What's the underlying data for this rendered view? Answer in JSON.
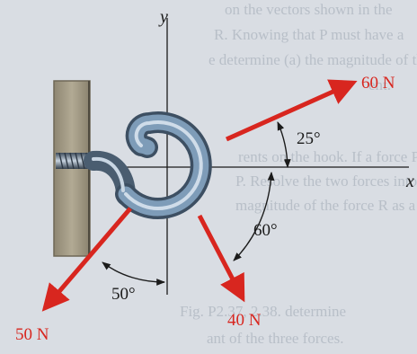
{
  "background_text": [
    "on the vectors shown in the",
    "R. Knowing that P must have a",
    "e determine (a) the magnitude of the",
    "ent.",
    "rents on the hook. If a force P making",
    "P. Resolve the two forces into a",
    "magnitude of the force R as a function",
    "Fig. P2.37, 2.38. determine",
    "ant of the three forces."
  ],
  "axes": {
    "x_label": "x",
    "y_label": "y"
  },
  "forces": [
    {
      "id": "f60",
      "label": "60 N",
      "color": "#d8261f"
    },
    {
      "id": "f40",
      "label": "40 N",
      "color": "#d8261f"
    },
    {
      "id": "f50",
      "label": "50 N",
      "color": "#d8261f"
    }
  ],
  "angles": [
    {
      "id": "a25",
      "label": "25°"
    },
    {
      "id": "a60",
      "label": "60°"
    },
    {
      "id": "a50",
      "label": "50°"
    }
  ],
  "colors": {
    "force_arrow": "#d8261f",
    "wall": "#a59d88",
    "hook_body": "#6f8fac",
    "hook_highlight": "#dde7f1"
  }
}
